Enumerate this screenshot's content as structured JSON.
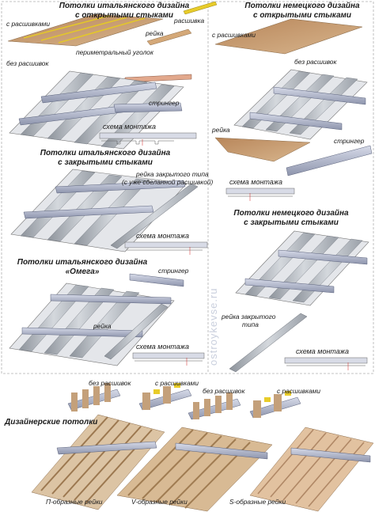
{
  "sections": {
    "it_open": {
      "title_line1": "Потолки итальянского дизайна",
      "title_line2": "с открытыми стыками"
    },
    "de_open": {
      "title_line1": "Потолки немецкого дизайна",
      "title_line2": "с открытыми стыками"
    },
    "it_closed": {
      "title_line1": "Потолки итальянского дизайна",
      "title_line2": "с закрытыми стыками"
    },
    "de_closed": {
      "title_line1": "Потолки немецкого дизайна",
      "title_line2": "с закрытыми стыками"
    },
    "omega": {
      "title_line1": "Потолки итальянского дизайна",
      "title_line2": "«Омега»"
    },
    "designer": {
      "title": "Дизайнерские потолки"
    }
  },
  "labels": {
    "s_rasshivkami": "с расшивками",
    "rasshivka": "расшивка",
    "reyka": "рейка",
    "perimeter_ugolok": "периметральный уголок",
    "bez_rasshivok": "без расшивок",
    "stringer": "стрингер",
    "schema": "схема монтажа",
    "reyka_zakr_line1": "рейка закрытого типа",
    "reyka_zakr_line2": "(с уже сделанной расшивкой)",
    "reyka_zakr_de_line1": "рейка закрытого",
    "reyka_zakr_de_line2": "типа",
    "p_reyki": "П-образные рейки",
    "v_reyki": "V-образные рейки",
    "s_reyki": "S-образные рейки"
  },
  "watermark": "ostroykevse.ru",
  "colors": {
    "wood": "#c9a27a",
    "steel": "#c4c8ce",
    "stringer": "#b9bfd6",
    "yellow": "#e8cc2a",
    "pink": "#e8b0a0"
  }
}
